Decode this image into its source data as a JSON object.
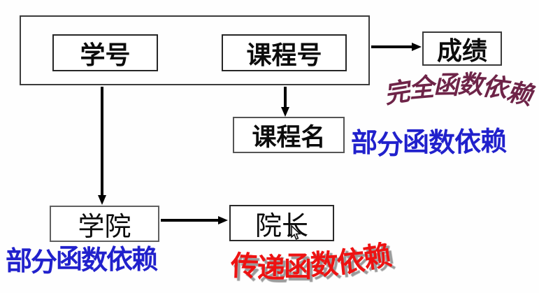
{
  "boxes": {
    "student_id": "学号",
    "course_id": "课程号",
    "grade": "成绩",
    "course_name": "课程名",
    "college": "学院",
    "dean": "院长"
  },
  "annotations": {
    "full_fd": "完全函数依赖",
    "partial_fd_course": "部分函数依赖",
    "partial_fd_college": "部分函数依赖",
    "transitive_fd": "传递函数依赖"
  },
  "colors": {
    "full_fd_text": "#6e2448",
    "partial_fd_text": "#2121cc",
    "transitive_fd_text": "#ee1212",
    "transitive_fd_shadow": "#9a9a9a",
    "box_border": "#2e2e2e",
    "arrow": "#000000",
    "background": "#ffffff"
  },
  "icons": {
    "mouse_cursor": "arrow-pointer"
  }
}
